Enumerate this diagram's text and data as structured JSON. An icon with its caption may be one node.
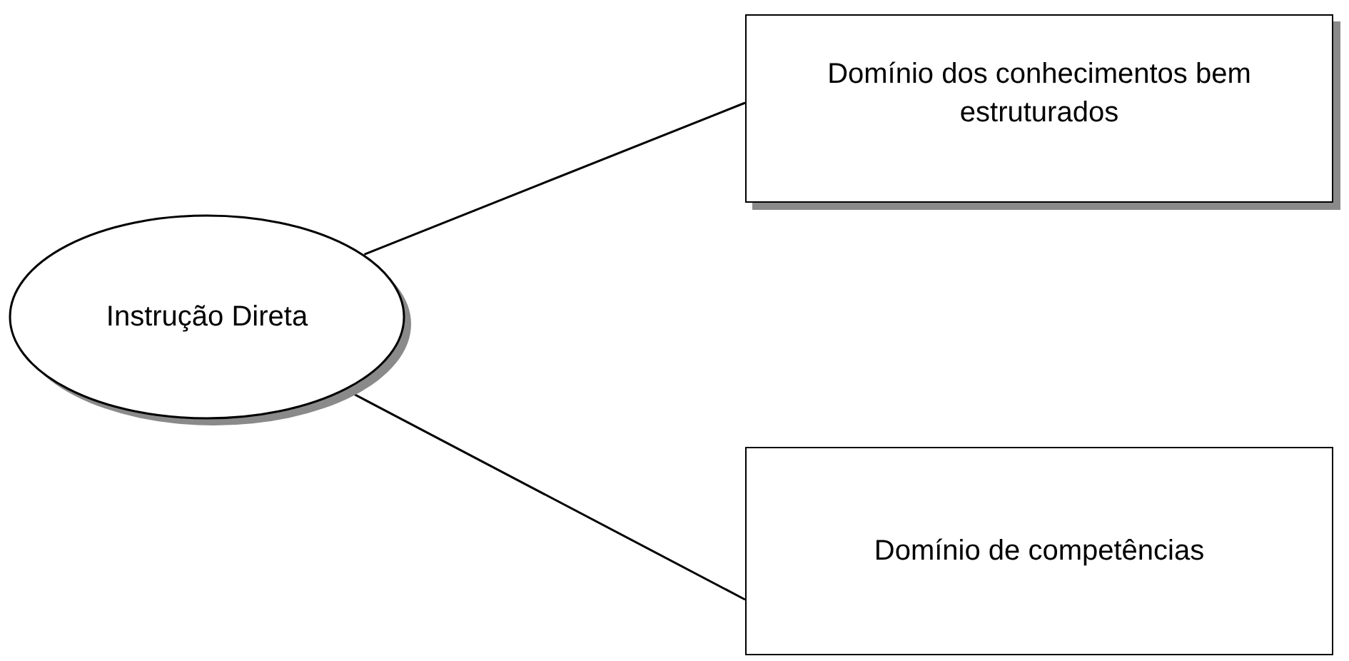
{
  "diagram": {
    "nodes": [
      {
        "text": [
          "Instrução Direta"
        ]
      },
      {
        "text": [
          "Domínio dos conhecimentos bem estruturados"
        ]
      },
      {
        "text": [
          "Domínio de competências"
        ]
      }
    ],
    "edges": [
      {
        "from": 0,
        "to": 1,
        "arrow": "none"
      },
      {
        "from": 0,
        "to": 2,
        "arrow": "none"
      }
    ]
  }
}
